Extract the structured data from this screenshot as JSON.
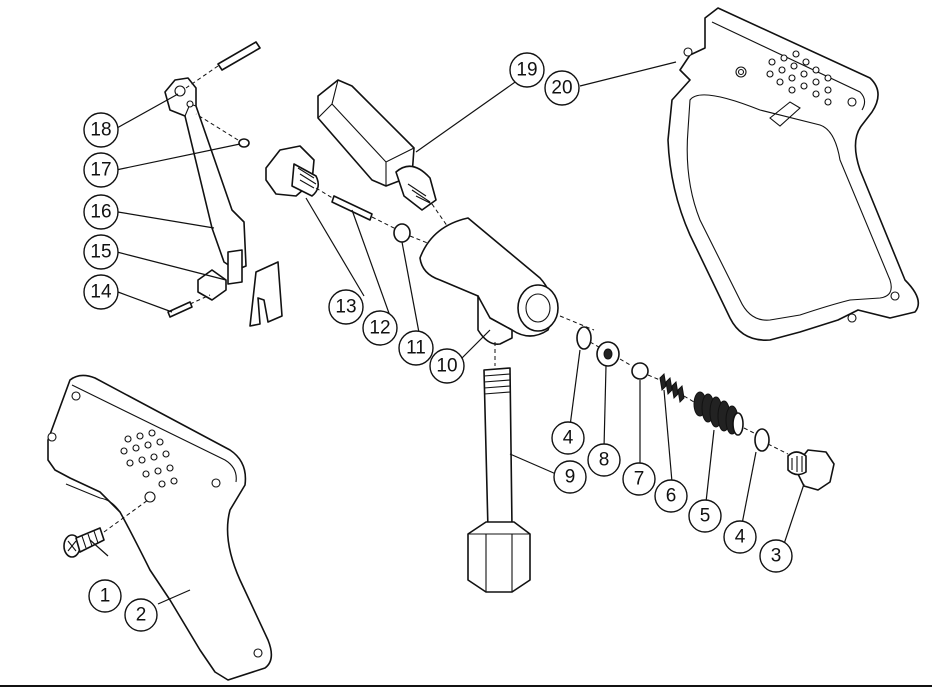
{
  "diagram": {
    "callouts": [
      {
        "id": "c1",
        "label": "1"
      },
      {
        "id": "c2",
        "label": "2"
      },
      {
        "id": "c3",
        "label": "3"
      },
      {
        "id": "c4a",
        "label": "4"
      },
      {
        "id": "c4b",
        "label": "4"
      },
      {
        "id": "c5",
        "label": "5"
      },
      {
        "id": "c6",
        "label": "6"
      },
      {
        "id": "c7",
        "label": "7"
      },
      {
        "id": "c8",
        "label": "8"
      },
      {
        "id": "c9",
        "label": "9"
      },
      {
        "id": "c10",
        "label": "10"
      },
      {
        "id": "c11",
        "label": "11"
      },
      {
        "id": "c12",
        "label": "12"
      },
      {
        "id": "c13",
        "label": "13"
      },
      {
        "id": "c14",
        "label": "14"
      },
      {
        "id": "c15",
        "label": "15"
      },
      {
        "id": "c16",
        "label": "16"
      },
      {
        "id": "c17",
        "label": "17"
      },
      {
        "id": "c18",
        "label": "18"
      },
      {
        "id": "c19",
        "label": "19"
      },
      {
        "id": "c20",
        "label": "20"
      }
    ],
    "colors": {
      "line": "#111111",
      "background": "#ffffff"
    }
  }
}
